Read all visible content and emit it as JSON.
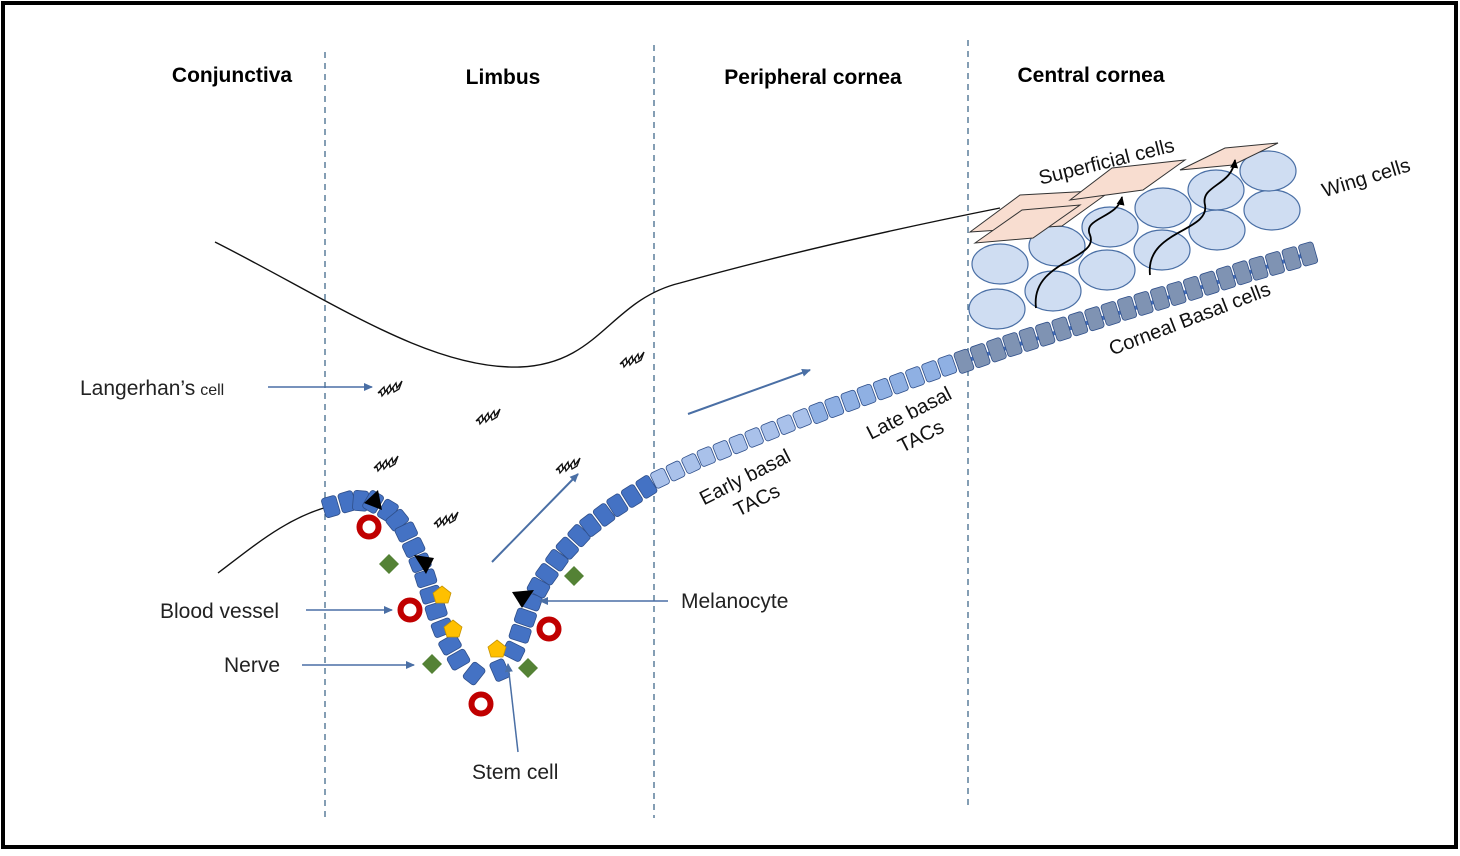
{
  "zones": {
    "conjunctiva": "Conjunctiva",
    "limbus": "Limbus",
    "peripheral": "Peripheral cornea",
    "central": "Central cornea"
  },
  "labels": {
    "langerhans_main": "Langerhan’s",
    "langerhans_small": "cell",
    "blood_vessel": "Blood vessel",
    "nerve": "Nerve",
    "melanocyte": "Melanocyte",
    "stem_cell": "Stem cell",
    "early_basal_1": "Early basal",
    "early_basal_2": "TACs",
    "late_basal_1": "Late basal",
    "late_basal_2": "TACs",
    "superficial": "Superficial cells",
    "wing": "Wing cells",
    "corneal_basal": "Corneal Basal cells"
  },
  "colors": {
    "stem_blue": "#4472c4",
    "early_tac": "#a9c1ea",
    "late_tac": "#8fb0e3",
    "corneal_basal": "#7f93b3",
    "wing_fill": "#cfddf2",
    "superficial_fill": "#f8ddd0",
    "blood_vessel": "#c00000",
    "nerve": "#548235",
    "stem_cell": "#ffc000",
    "arrow_blue": "#4a6fa5",
    "divider": "#5b7f9c"
  }
}
